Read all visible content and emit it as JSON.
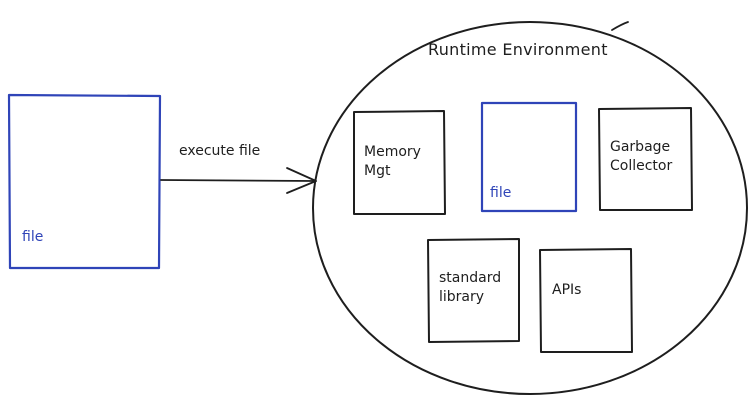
{
  "colors": {
    "ink": "#1e1e1e",
    "blue": "#2f44b8"
  },
  "source_file": {
    "label": "file"
  },
  "arrow": {
    "label": "execute file"
  },
  "runtime": {
    "title": "Runtime Environment",
    "boxes": {
      "memory": "Memory\nMgt",
      "file": "file",
      "garbage": "Garbage\nCollector",
      "standard_library": "standard\nlibrary",
      "apis": "APIs"
    }
  }
}
